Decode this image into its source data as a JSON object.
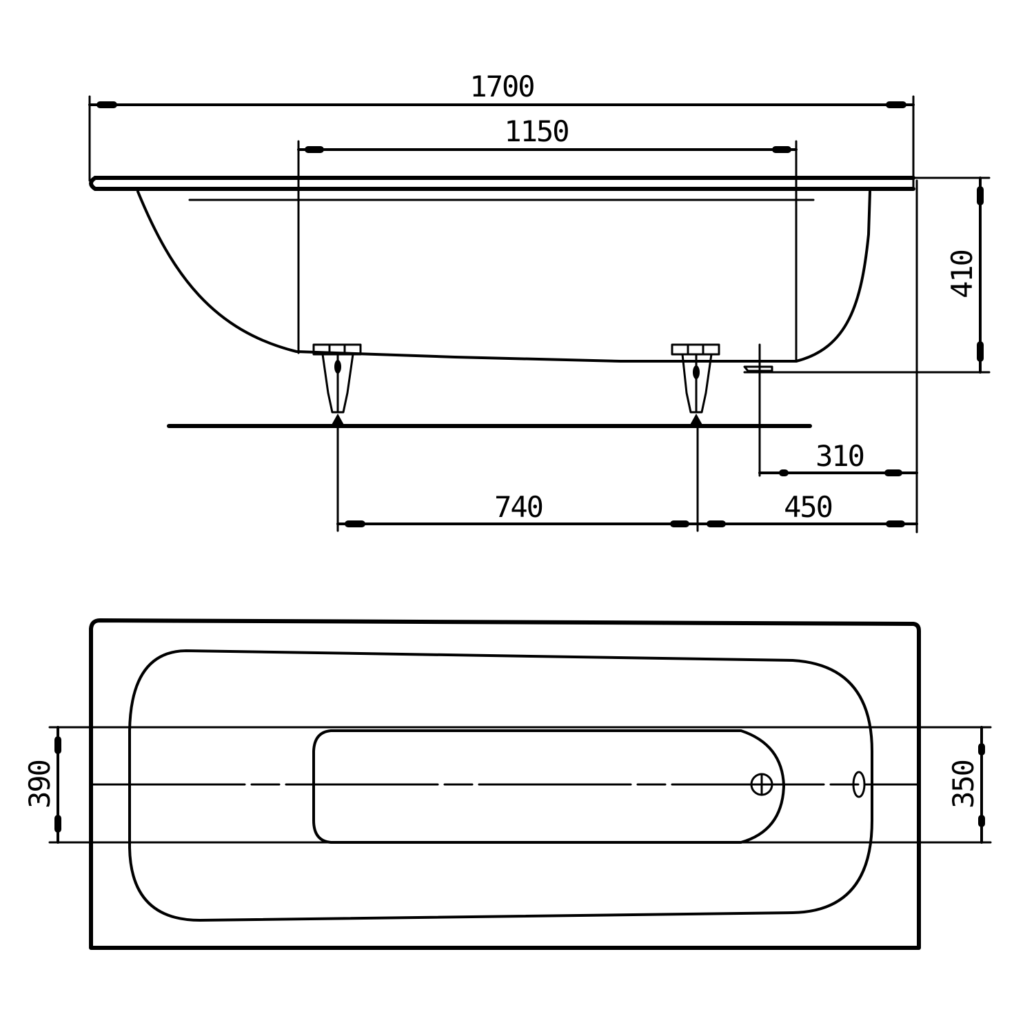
{
  "drawing": {
    "subject": "Bathtub technical dimension drawing",
    "views": [
      "side elevation",
      "top plan"
    ],
    "line_color": "#000000",
    "background": "#ffffff"
  },
  "side_view": {
    "dimensions": {
      "overall_length": "1700",
      "inner_length": "1150",
      "height": "410",
      "drain_offset": "310",
      "foot_to_end": "450",
      "foot_spacing": "740"
    }
  },
  "top_view": {
    "dimensions": {
      "left_width": "390",
      "right_width": "350"
    },
    "icons": {
      "drain": "drain-crosshair-icon",
      "overflow": "overflow-oval-icon"
    }
  }
}
